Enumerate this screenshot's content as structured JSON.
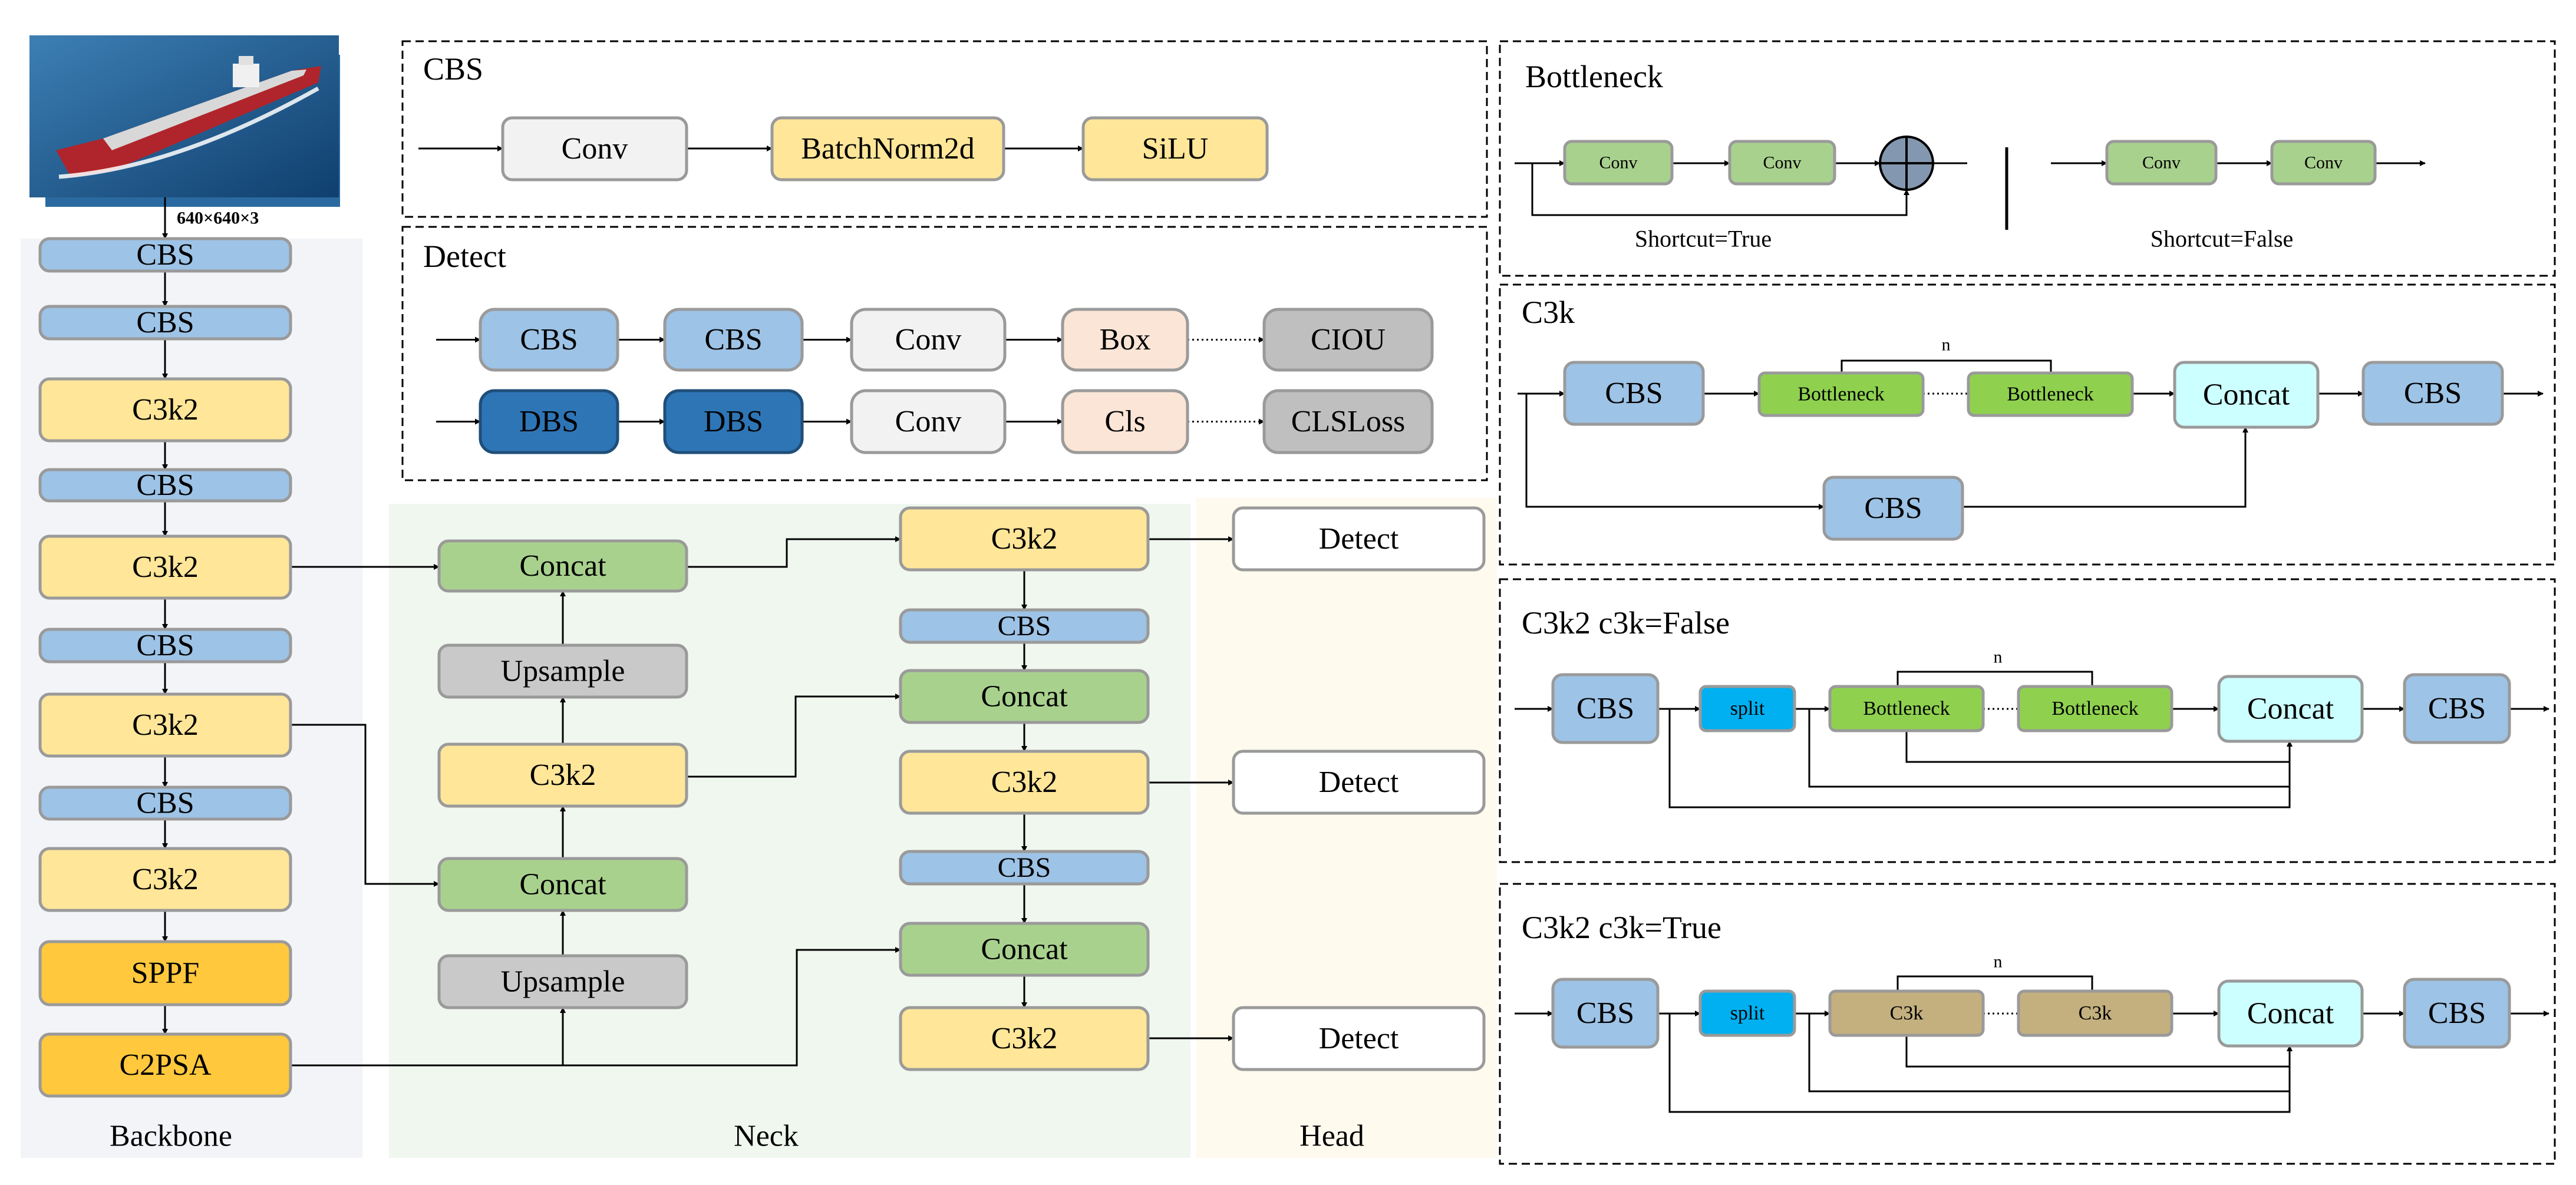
{
  "input": {
    "size_label": "640×640×3"
  },
  "sections": {
    "backbone": "Backbone",
    "neck": "Neck",
    "head": "Head"
  },
  "backbone": {
    "b1": "CBS",
    "b2": "CBS",
    "b3": "C3k2",
    "b4": "CBS",
    "b5": "C3k2",
    "b6": "CBS",
    "b7": "C3k2",
    "b8": "CBS",
    "b9": "C3k2",
    "b10": "SPPF",
    "b11": "C2PSA"
  },
  "neck": {
    "n_concat1": "Concat",
    "n_upsample1": "Upsample",
    "n_c3k2_1": "C3k2",
    "n_concat2": "Concat",
    "n_upsample2": "Upsample",
    "p_c3k2_1": "C3k2",
    "p_cbs1": "CBS",
    "p_concat1": "Concat",
    "p_c3k2_2": "C3k2",
    "p_cbs2": "CBS",
    "p_concat2": "Concat",
    "p_c3k2_3": "C3k2"
  },
  "head": {
    "d1": "Detect",
    "d2": "Detect",
    "d3": "Detect"
  },
  "cbs_panel": {
    "title": "CBS",
    "conv": "Conv",
    "bn": "BatchNorm2d",
    "silu": "SiLU"
  },
  "detect_panel": {
    "title": "Detect",
    "r1": [
      "CBS",
      "CBS",
      "Conv",
      "Box",
      "CIOU"
    ],
    "r2": [
      "DBS",
      "DBS",
      "Conv",
      "Cls",
      "CLSLoss"
    ]
  },
  "bottleneck_panel": {
    "title": "Bottleneck",
    "conv": "Conv",
    "shortcut_true": "Shortcut=True",
    "shortcut_false": "Shortcut=False"
  },
  "c3k_panel": {
    "title": "C3k",
    "cbs": "CBS",
    "bottleneck": "Bottleneck",
    "concat": "Concat",
    "n": "n"
  },
  "c3k2_false_panel": {
    "title": "C3k2 c3k=False",
    "cbs": "CBS",
    "split": "split",
    "bottleneck": "Bottleneck",
    "concat": "Concat",
    "n": "n"
  },
  "c3k2_true_panel": {
    "title": "C3k2 c3k=True",
    "cbs": "CBS",
    "split": "split",
    "c3k": "C3k",
    "concat": "Concat",
    "n": "n"
  },
  "colors": {
    "cbs": "#9dc3e6",
    "c3k2": "#ffe699",
    "sppf": "#ffc83d",
    "concat": "#a9d18e",
    "upsample": "#c9c9c9",
    "detect": "#ffffff",
    "conv": "#f2f2f2",
    "box": "#fbe5d6",
    "dbs": "#2e75b6",
    "loss": "#bfbfbf",
    "bottleneck": "#8fd14f",
    "split": "#00b0f0",
    "cyan_concat": "#ccffff",
    "c3k": "#c4b07f",
    "conv_small": "#a9d18e",
    "backbone_bg": "#f3f4f8",
    "neck_bg": "#f0f7ef",
    "head_bg": "#fffaee"
  }
}
